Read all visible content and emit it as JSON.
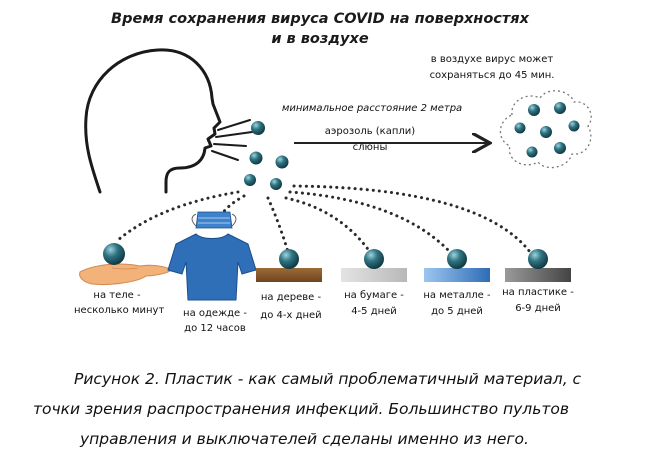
{
  "title": {
    "line1": "Время сохранения вируса COVID на поверхностях",
    "line2": "и в воздухе"
  },
  "air": {
    "line1": "в воздухе вирус может",
    "line2": "сохраняться до 45 мин."
  },
  "distance_label": "минимальное расстояние 2 метра",
  "aerosol": {
    "line1": "аэрозоль (капли)",
    "line2": "слюны"
  },
  "surfaces": [
    {
      "line1": "на теле -",
      "line2": "несколько минут"
    },
    {
      "line1": "на одежде -",
      "line2": "до 12 часов"
    },
    {
      "line1": "на дереве -",
      "line2": "до 4-х дней"
    },
    {
      "line1": "на бумаге -",
      "line2": "4-5 дней"
    },
    {
      "line1": "на металле -",
      "line2": "до 5 дней"
    },
    {
      "line1": "на пластике -",
      "line2": "6-9 дней"
    }
  ],
  "caption": {
    "line1": "Рисунок 2. Пластик - как самый проблематичный материал, с",
    "line2": "точки зрения распространения инфекций. Большинство пультов",
    "line3": "управления и выключателей сделаны именно из него."
  },
  "colors": {
    "droplet": "#245f6e",
    "wood": "#8a5a2b",
    "paper": "#c8c8c8",
    "metal": "#4f86c9",
    "plastic": "#6a6a6a",
    "shirt": "#2f6fb8",
    "hand": "#f2b27a"
  }
}
